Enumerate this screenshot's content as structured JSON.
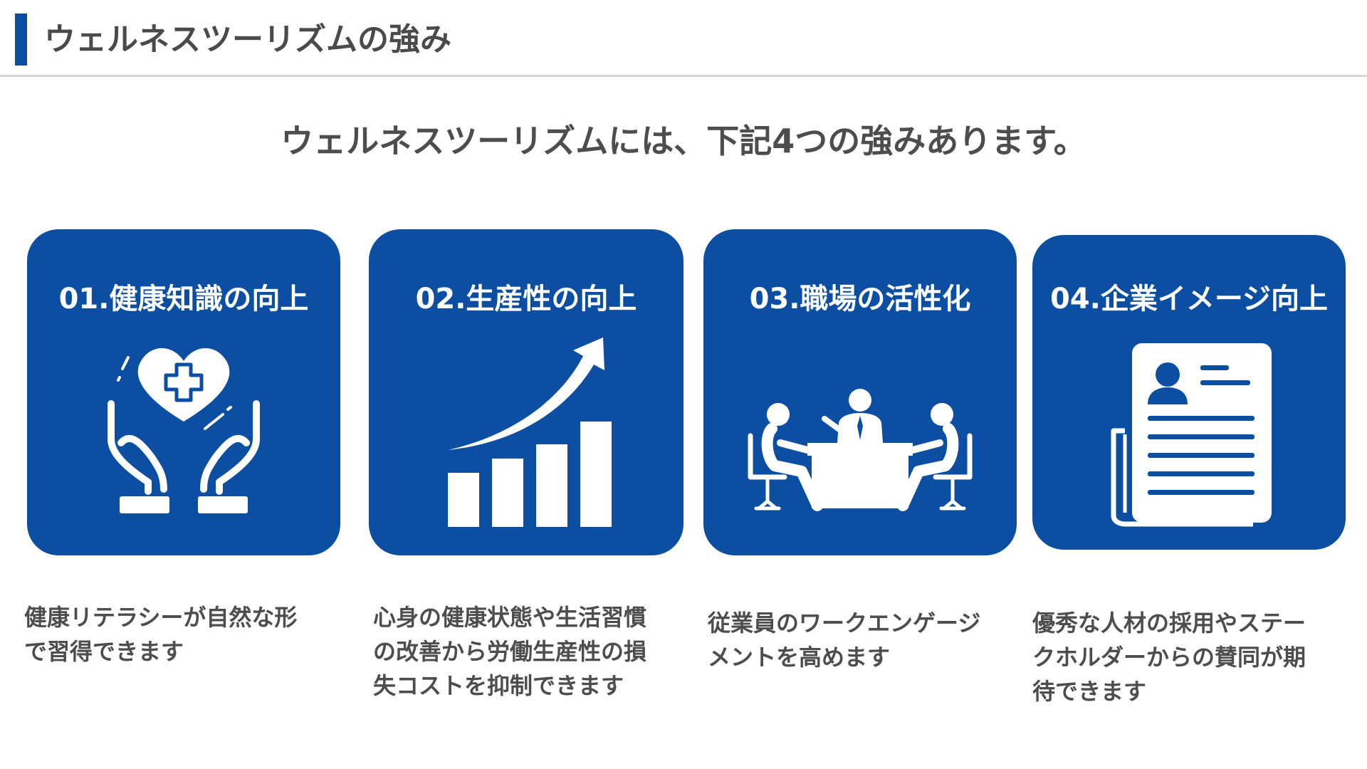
{
  "header": {
    "title": "ウェルネスツーリズムの強み",
    "accent_color": "#0b4ea2"
  },
  "subtitle": "ウェルネスツーリズムには、下記4つの強みあります。",
  "brand_color": "#0b4ea2",
  "cards": [
    {
      "title": "01.健康知識の向上",
      "icon": "hands-heart-medical-icon",
      "description": "健康リテラシーが自然な形\nで習得できます"
    },
    {
      "title": "02.生産性の向上",
      "icon": "growth-bar-chart-arrow-icon",
      "description": "心身の健康状態や生活習慣\nの改善から労働生産性の損\n失コストを抑制できます"
    },
    {
      "title": "03.職場の活性化",
      "icon": "meeting-people-table-icon",
      "description": "従業員のワークエンゲージ\nメントを高めます"
    },
    {
      "title": "04.企業イメージ向上",
      "icon": "profile-document-newspaper-icon",
      "description": "優秀な人材の採用やステー\nクホルダーからの賛同が期\n待できます"
    }
  ]
}
